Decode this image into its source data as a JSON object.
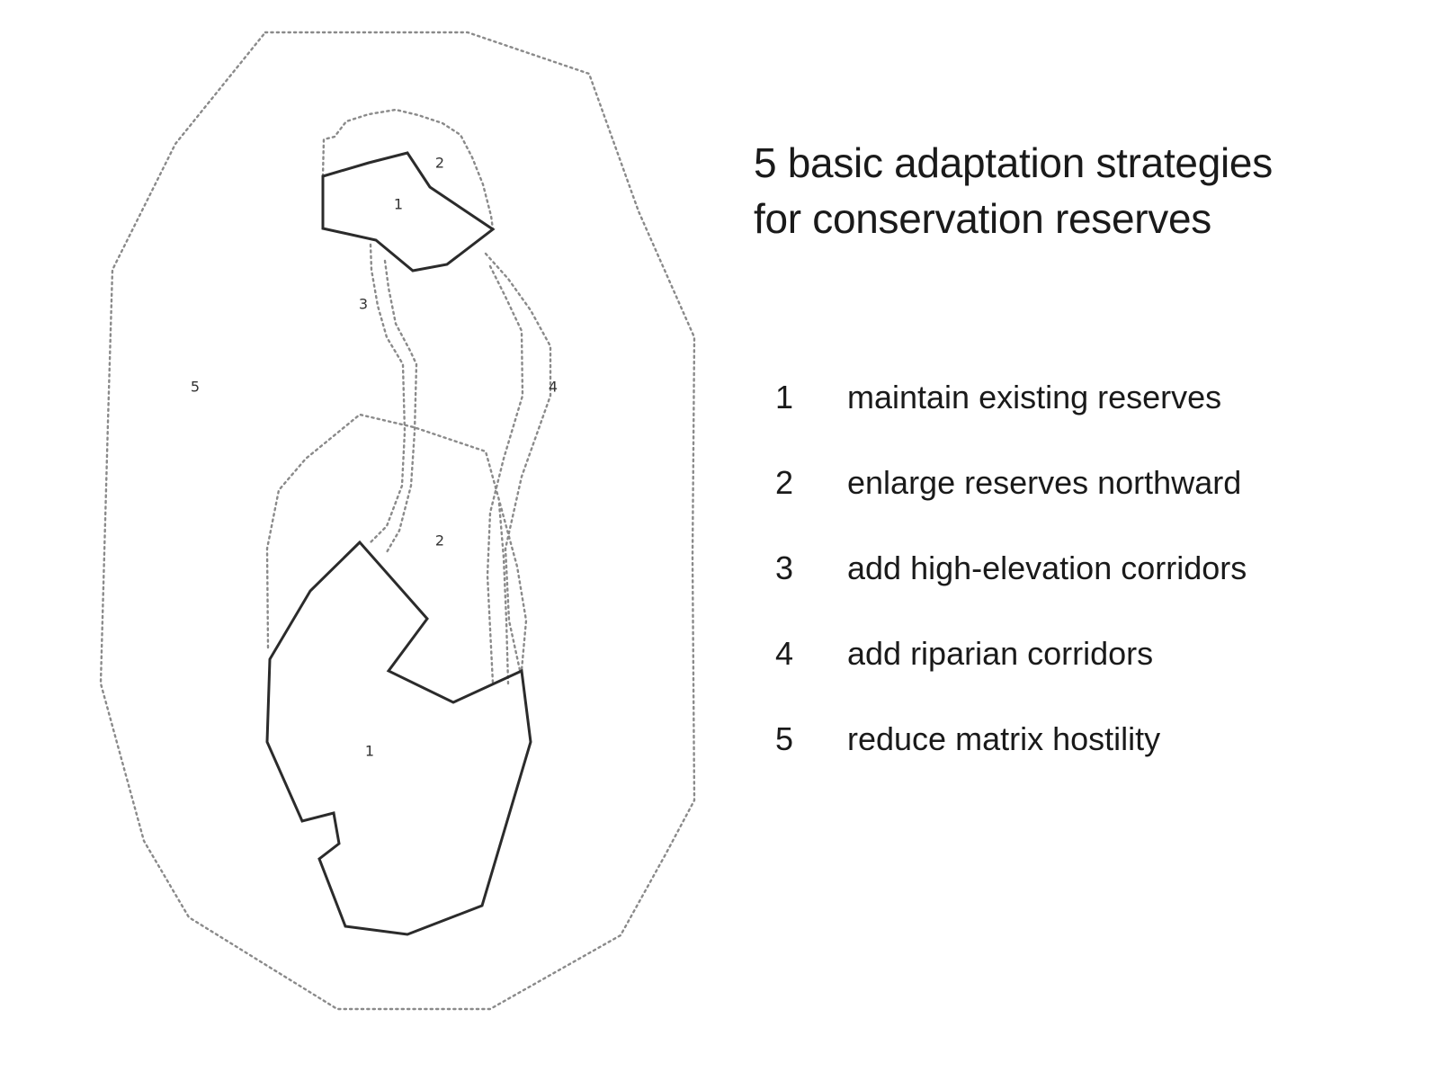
{
  "title": {
    "line1": "5 basic adaptation strategies",
    "line2": "for conservation reserves"
  },
  "legend": [
    {
      "number": "1",
      "label": "maintain existing reserves"
    },
    {
      "number": "2",
      "label": "enlarge reserves northward"
    },
    {
      "number": "3",
      "label": "add high-elevation corridors"
    },
    {
      "number": "4",
      "label": "add riparian corridors"
    },
    {
      "number": "5",
      "label": "reduce matrix hostility"
    }
  ],
  "map_labels": {
    "north_reserve": "1",
    "north_enlargement": "2",
    "corridor_high_elevation": "3",
    "corridor_riparian": "4",
    "matrix": "5",
    "south_enlargement": "2",
    "south_reserve": "1"
  },
  "colors": {
    "background": "#ffffff",
    "reserve_outline": "#2b2b2b",
    "dotted_outline": "#8a8a8a",
    "text": "#1a1a1a"
  }
}
